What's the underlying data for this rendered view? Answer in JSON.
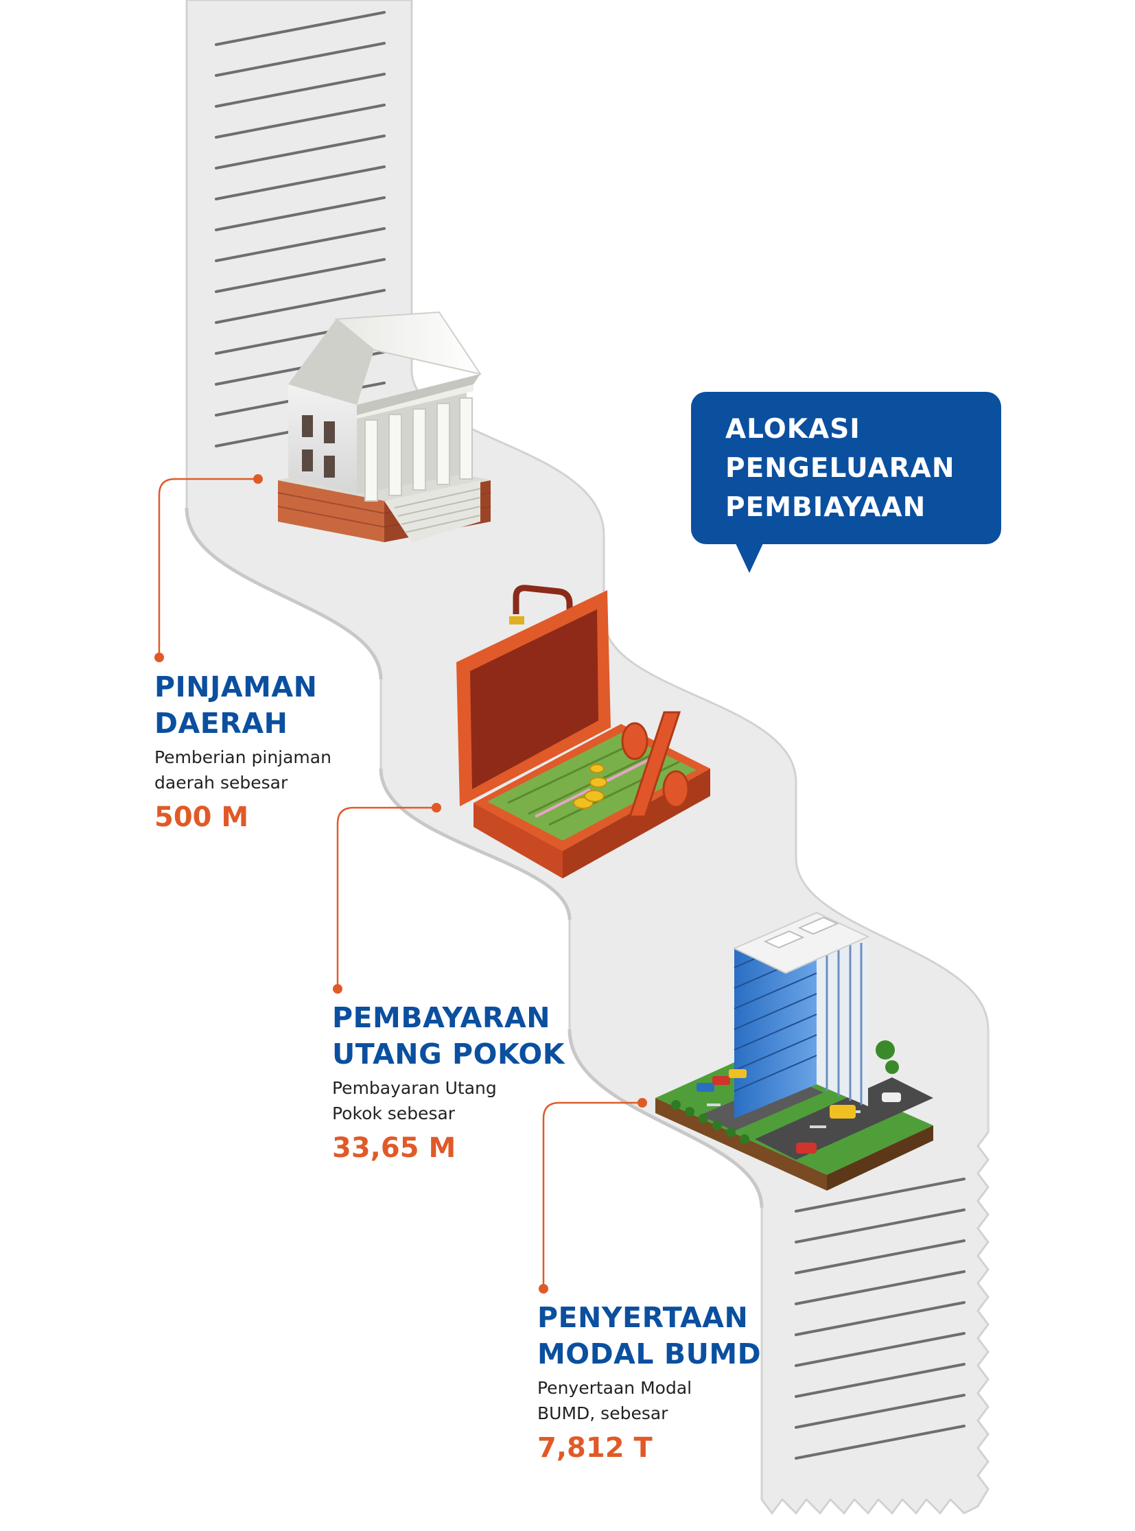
{
  "callout": {
    "lines": [
      "ALOKASI",
      "PENGELUARAN",
      "PEMBIAYAAN"
    ]
  },
  "items": [
    {
      "title_lines": [
        "PINJAMAN",
        "DAERAH"
      ],
      "desc_lines": [
        "Pemberian pinjaman",
        "daerah sebesar"
      ],
      "value": "500 M",
      "icon": "bank-building-icon"
    },
    {
      "title_lines": [
        "PEMBAYARAN",
        "UTANG POKOK"
      ],
      "desc_lines": [
        "Pembayaran Utang",
        "Pokok sebesar"
      ],
      "value": "33,65 M",
      "icon": "money-briefcase-icon"
    },
    {
      "title_lines": [
        "PENYERTAAN",
        "MODAL BUMD"
      ],
      "desc_lines": [
        "Penyertaan Modal",
        "BUMD, sebesar"
      ],
      "value": "7,812 T",
      "icon": "office-tower-icon"
    }
  ],
  "colors": {
    "brand_blue": "#0b4f9f",
    "accent_orange": "#e05a28",
    "paper": "#ececec",
    "text_dark": "#222222"
  }
}
